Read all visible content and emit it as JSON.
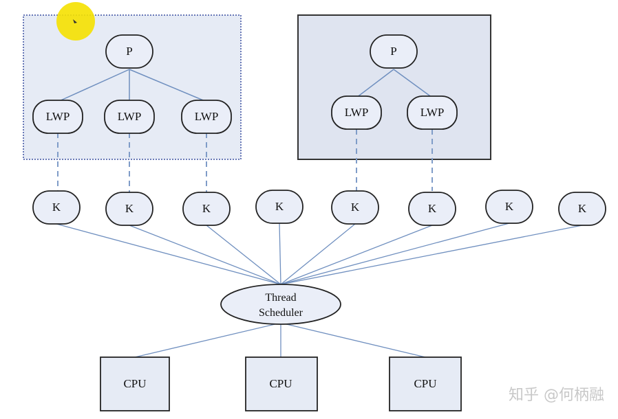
{
  "colors": {
    "box_fill": "#e6ebf5",
    "box_fill_dark": "#dfe4f0",
    "node_fill": "#eaeef8",
    "stroke": "#222222",
    "line": "#6f8fbf",
    "dash": "#7f9cc8",
    "dotted_border": "#3a4fa0",
    "cursor_highlight": "#f5e100",
    "watermark": "#c8c8c8"
  },
  "process_left": {
    "p_label": "P",
    "lwp_labels": [
      "LWP",
      "LWP",
      "LWP"
    ]
  },
  "process_right": {
    "p_label": "P",
    "lwp_labels": [
      "LWP",
      "LWP"
    ]
  },
  "kernel_threads": [
    "K",
    "K",
    "K",
    "K",
    "K",
    "K",
    "K",
    "K"
  ],
  "scheduler": {
    "line1": "Thread",
    "line2": "Scheduler"
  },
  "cpus": [
    "CPU",
    "CPU",
    "CPU"
  ],
  "watermark": "知乎 @何柄融"
}
